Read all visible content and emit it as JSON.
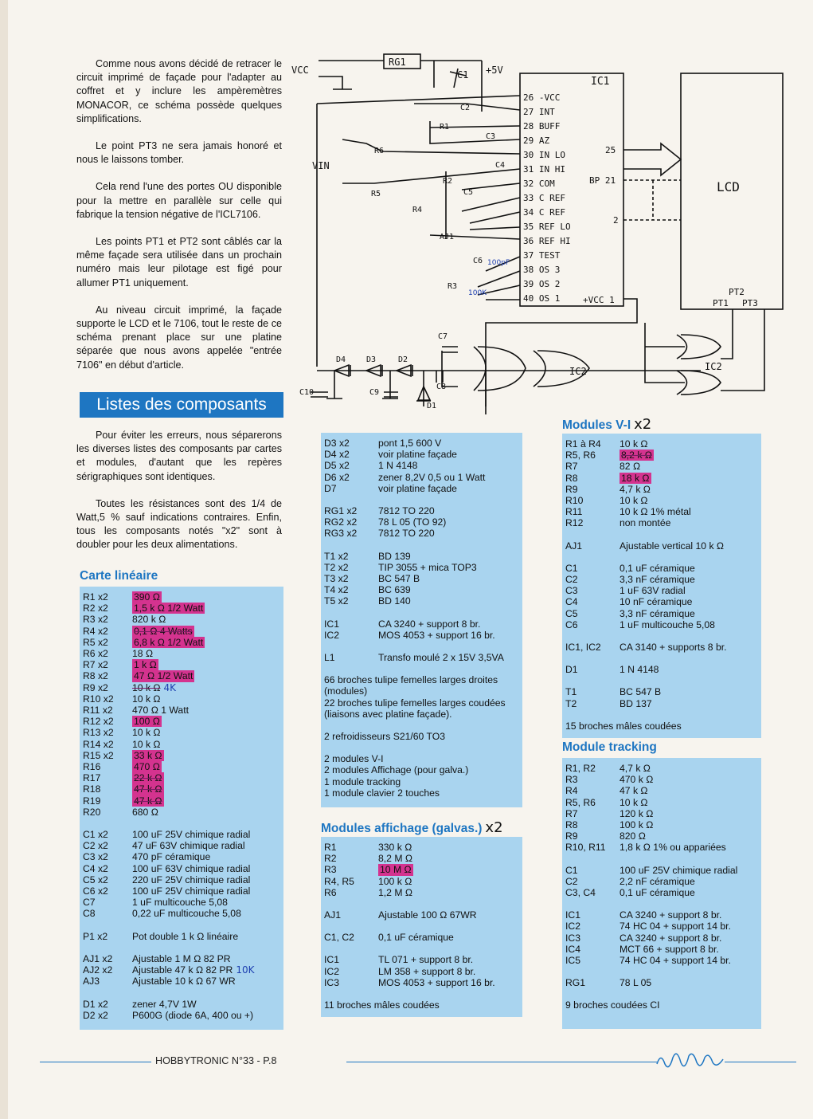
{
  "intro": {
    "paragraphs": [
      "Comme nous avons décidé de retracer le circuit imprimé de façade pour l'adapter au coffret et y inclure les ampèremètres MONACOR, ce schéma possède quelques simplifications.",
      "Le point PT3 ne sera jamais honoré et nous le laissons tomber.",
      "Cela rend l'une des portes OU disponible pour la mettre en parallèle sur celle qui fabrique la tension négative de l'ICL7106.",
      "Les points PT1 et PT2 sont câblés car la même façade sera utilisée dans un prochain numéro mais leur pilotage est figé pour allumer PT1 uniquement.",
      "Au niveau circuit imprimé, la façade supporte le LCD et le 7106, tout le reste de ce schéma prenant place sur une platine séparée que nous avons appelée \"entrée 7106\" en début d'article."
    ]
  },
  "banner": "Listes des composants",
  "intro2": {
    "paragraphs": [
      "Pour éviter les erreurs, nous séparerons les diverses listes des composants par cartes et modules, d'autant que les repères sérigraphiques sont identiques.",
      "Toutes les résistances sont des 1/4 de Watt,5 % sauf indications contraires. Enfin, tous les composants notés \"x2\" sont à doubler pour les deux alimentations."
    ]
  },
  "schematic": {
    "vcc": "VCC",
    "rg1": "RG1",
    "c1": "C1",
    "p5v": "+5V",
    "ic1": "IC1",
    "pins": [
      "26 -VCC",
      "27 INT",
      "28 BUFF",
      "29 AZ",
      "30 IN LO",
      "31 IN HI",
      "32 COM",
      "33 C REF",
      "34 C REF",
      "35 REF LO",
      "36 REF HI",
      "37 TEST",
      "38 OS 3",
      "39 OS 2",
      "40 OS 1"
    ],
    "vin": "VIN",
    "lcd": "LCD",
    "p25": "25",
    "bp21": "BP 21",
    "p2": "2",
    "vcc1": "+VCC 1",
    "pt2": "PT2",
    "pt1": "PT1",
    "pt3": "PT3",
    "ic2a": "IC2",
    "ic2b": "IC2",
    "parts": [
      "C2",
      "R1",
      "C3",
      "R6",
      "C4",
      "R2",
      "C5",
      "R5",
      "R4",
      "AJ1",
      "C6",
      "R3",
      "C7",
      "D4",
      "D3",
      "D2",
      "C8",
      "D1",
      "C10",
      "C9"
    ],
    "note_100pf": "100pF",
    "note_100k": "100K"
  },
  "carte_lineaire": {
    "title": "Carte linéaire",
    "resistors": [
      [
        "R1 x2",
        "390 Ω"
      ],
      [
        "R2 x2",
        "1,5 k Ω 1/2 Watt"
      ],
      [
        "R3 x2",
        "820 k Ω"
      ],
      [
        "R4 x2",
        "0,1 Ω 4 Watts"
      ],
      [
        "R5 x2",
        "6,8 k Ω 1/2 Watt"
      ],
      [
        "R6 x2",
        "18 Ω"
      ],
      [
        "R7 x2",
        "1 k Ω"
      ],
      [
        "R8 x2",
        "47 Ω 1/2 Watt"
      ],
      [
        "R9 x2",
        "10 k Ω"
      ],
      [
        "R10 x2",
        "10 k Ω"
      ],
      [
        "R11 x2",
        "470 Ω 1 Watt"
      ],
      [
        "R12 x2",
        "100 Ω"
      ],
      [
        "R13 x2",
        "10 k Ω"
      ],
      [
        "R14 x2",
        "10 k Ω"
      ],
      [
        "R15 x2",
        "33 k Ω"
      ],
      [
        "R16",
        "470 Ω"
      ],
      [
        "R17",
        "22 k Ω"
      ],
      [
        "R18",
        "47 k Ω"
      ],
      [
        "R19",
        "47 k Ω"
      ],
      [
        "R20",
        "680 Ω"
      ]
    ],
    "r9_note": "4K",
    "caps": [
      [
        "C1 x2",
        "100 uF 25V chimique radial"
      ],
      [
        "C2 x2",
        "47 uF 63V chimique radial"
      ],
      [
        "C3 x2",
        "470 pF céramique"
      ],
      [
        "C4 x2",
        "100 uF 63V chimique radial"
      ],
      [
        "C5 x2",
        "220 uF 25V chimique radial"
      ],
      [
        "C6 x2",
        "100 uF 25V chimique radial"
      ],
      [
        "C7",
        "1 uF multicouche 5,08"
      ],
      [
        "C8",
        "0,22 uF multicouche 5,08"
      ]
    ],
    "pot": [
      [
        "P1 x2",
        "Pot double 1 k Ω linéaire"
      ]
    ],
    "aj": [
      [
        "AJ1 x2",
        "Ajustable 1 M Ω 82 PR"
      ],
      [
        "AJ2 x2",
        "Ajustable 47 k Ω 82 PR"
      ],
      [
        "AJ3",
        "Ajustable 10 k Ω 67 WR"
      ]
    ],
    "aj2_note": "10K",
    "diodes": [
      [
        "D1 x2",
        "zener 4,7V 1W"
      ],
      [
        "D2 x2",
        "P600G (diode 6A, 400 ou +)"
      ]
    ]
  },
  "carte_lineaire_2": {
    "diodes": [
      [
        "D3 x2",
        "pont 1,5 600 V"
      ],
      [
        "D4 x2",
        "voir platine façade"
      ],
      [
        "D5 x2",
        "1 N 4148"
      ],
      [
        "D6 x2",
        "zener 8,2V 0,5 ou 1 Watt"
      ],
      [
        "D7",
        "voir platine façade"
      ]
    ],
    "regs": [
      [
        "RG1 x2",
        "7812 TO 220"
      ],
      [
        "RG2 x2",
        "78 L 05 (TO 92)"
      ],
      [
        "RG3 x2",
        "7812 TO 220"
      ]
    ],
    "trans": [
      [
        "T1 x2",
        "BD 139"
      ],
      [
        "T2 x2",
        "TIP 3055 + mica TOP3"
      ],
      [
        "T3 x2",
        "BC 547 B"
      ],
      [
        "T4 x2",
        "BC 639"
      ],
      [
        "T5 x2",
        "BD 140"
      ]
    ],
    "ics": [
      [
        "IC1",
        "CA 3240 + support 8 br."
      ],
      [
        "IC2",
        "MOS 4053 + support 16 br."
      ]
    ],
    "l1": [
      [
        "L1",
        "Transfo moulé 2 x 15V 3,5VA"
      ]
    ],
    "notes": [
      "66 broches tulipe femelles larges droites (modules)",
      "22 broches tulipe femelles larges coudées (liaisons avec platine façade).",
      "2 refroidisseurs S21/60 TO3",
      "2 modules V-I",
      "2 modules Affichage (pour galva.)",
      "1 module tracking",
      "1 module clavier 2 touches"
    ]
  },
  "affichage": {
    "title": "Modules affichage (galvas.)",
    "x2": "x2",
    "res": [
      [
        "R1",
        "330 k Ω"
      ],
      [
        "R2",
        "8,2 M Ω"
      ],
      [
        "R3",
        "10 M Ω"
      ],
      [
        "R4, R5",
        "100 k Ω"
      ],
      [
        "R6",
        "1,2 M Ω"
      ]
    ],
    "aj": [
      [
        "AJ1",
        "Ajustable 100 Ω 67WR"
      ]
    ],
    "caps": [
      [
        "C1, C2",
        "0,1 uF céramique"
      ]
    ],
    "ics": [
      [
        "IC1",
        "TL 071 + support 8 br."
      ],
      [
        "IC2",
        "LM 358 + support 8 br."
      ],
      [
        "IC3",
        "MOS 4053 + support 16 br."
      ]
    ],
    "note": "11 broches mâles coudées"
  },
  "vi": {
    "title": "Modules V-I",
    "x2": "x2",
    "res": [
      [
        "R1 à R4",
        "10 k Ω"
      ],
      [
        "R5, R6",
        "8,2 k Ω"
      ],
      [
        "R7",
        "82 Ω"
      ],
      [
        "R8",
        "18 k Ω"
      ],
      [
        "R9",
        "4,7 k Ω"
      ],
      [
        "R10",
        "10 k Ω"
      ],
      [
        "R11",
        "10 k Ω 1% métal"
      ],
      [
        "R12",
        "non montée"
      ]
    ],
    "aj": [
      [
        "AJ1",
        "Ajustable vertical 10 k Ω"
      ]
    ],
    "caps": [
      [
        "C1",
        "0,1 uF céramique"
      ],
      [
        "C2",
        "3,3 nF céramique"
      ],
      [
        "C3",
        "1 uF 63V radial"
      ],
      [
        "C4",
        "10 nF céramique"
      ],
      [
        "C5",
        "3,3 nF céramique"
      ],
      [
        "C6",
        "1 uF multicouche 5,08"
      ]
    ],
    "ics": [
      [
        "IC1, IC2",
        "CA 3140 + supports 8 br."
      ]
    ],
    "d": [
      [
        "D1",
        "1 N 4148"
      ]
    ],
    "t": [
      [
        "T1",
        "BC 547 B"
      ],
      [
        "T2",
        "BD 137"
      ]
    ],
    "note": "15 broches mâles coudées"
  },
  "tracking": {
    "title": "Module tracking",
    "res": [
      [
        "R1, R2",
        "4,7 k Ω"
      ],
      [
        "R3",
        "470 k Ω"
      ],
      [
        "R4",
        "47 k Ω"
      ],
      [
        "R5, R6",
        "10 k Ω"
      ],
      [
        "R7",
        "120 k Ω"
      ],
      [
        "R8",
        "100 k Ω"
      ],
      [
        "R9",
        "820 Ω"
      ],
      [
        "R10, R11",
        "1,8 k Ω 1% ou appariées"
      ]
    ],
    "caps": [
      [
        "C1",
        "100 uF 25V chimique radial"
      ],
      [
        "C2",
        "2,2 nF céramique"
      ],
      [
        "C3, C4",
        "0,1 uF céramique"
      ]
    ],
    "ics": [
      [
        "IC1",
        "CA 3240 + support 8 br."
      ],
      [
        "IC2",
        "74 HC 04 + support 14 br."
      ],
      [
        "IC3",
        "CA 3240 + support 8 br."
      ],
      [
        "IC4",
        "MCT 66 + support 8 br."
      ],
      [
        "IC5",
        "74 HC 04 + support 14 br."
      ]
    ],
    "rg": [
      [
        "RG1",
        "78 L 05"
      ]
    ],
    "note": "9 broches coudées CI"
  },
  "footer": "HOBBYTRONIC N°33 - P.8",
  "colors": {
    "accent": "#1e76c2",
    "box": "#a9d4ef",
    "highlight": "#d4338f",
    "ink": "#1d3fb0"
  }
}
